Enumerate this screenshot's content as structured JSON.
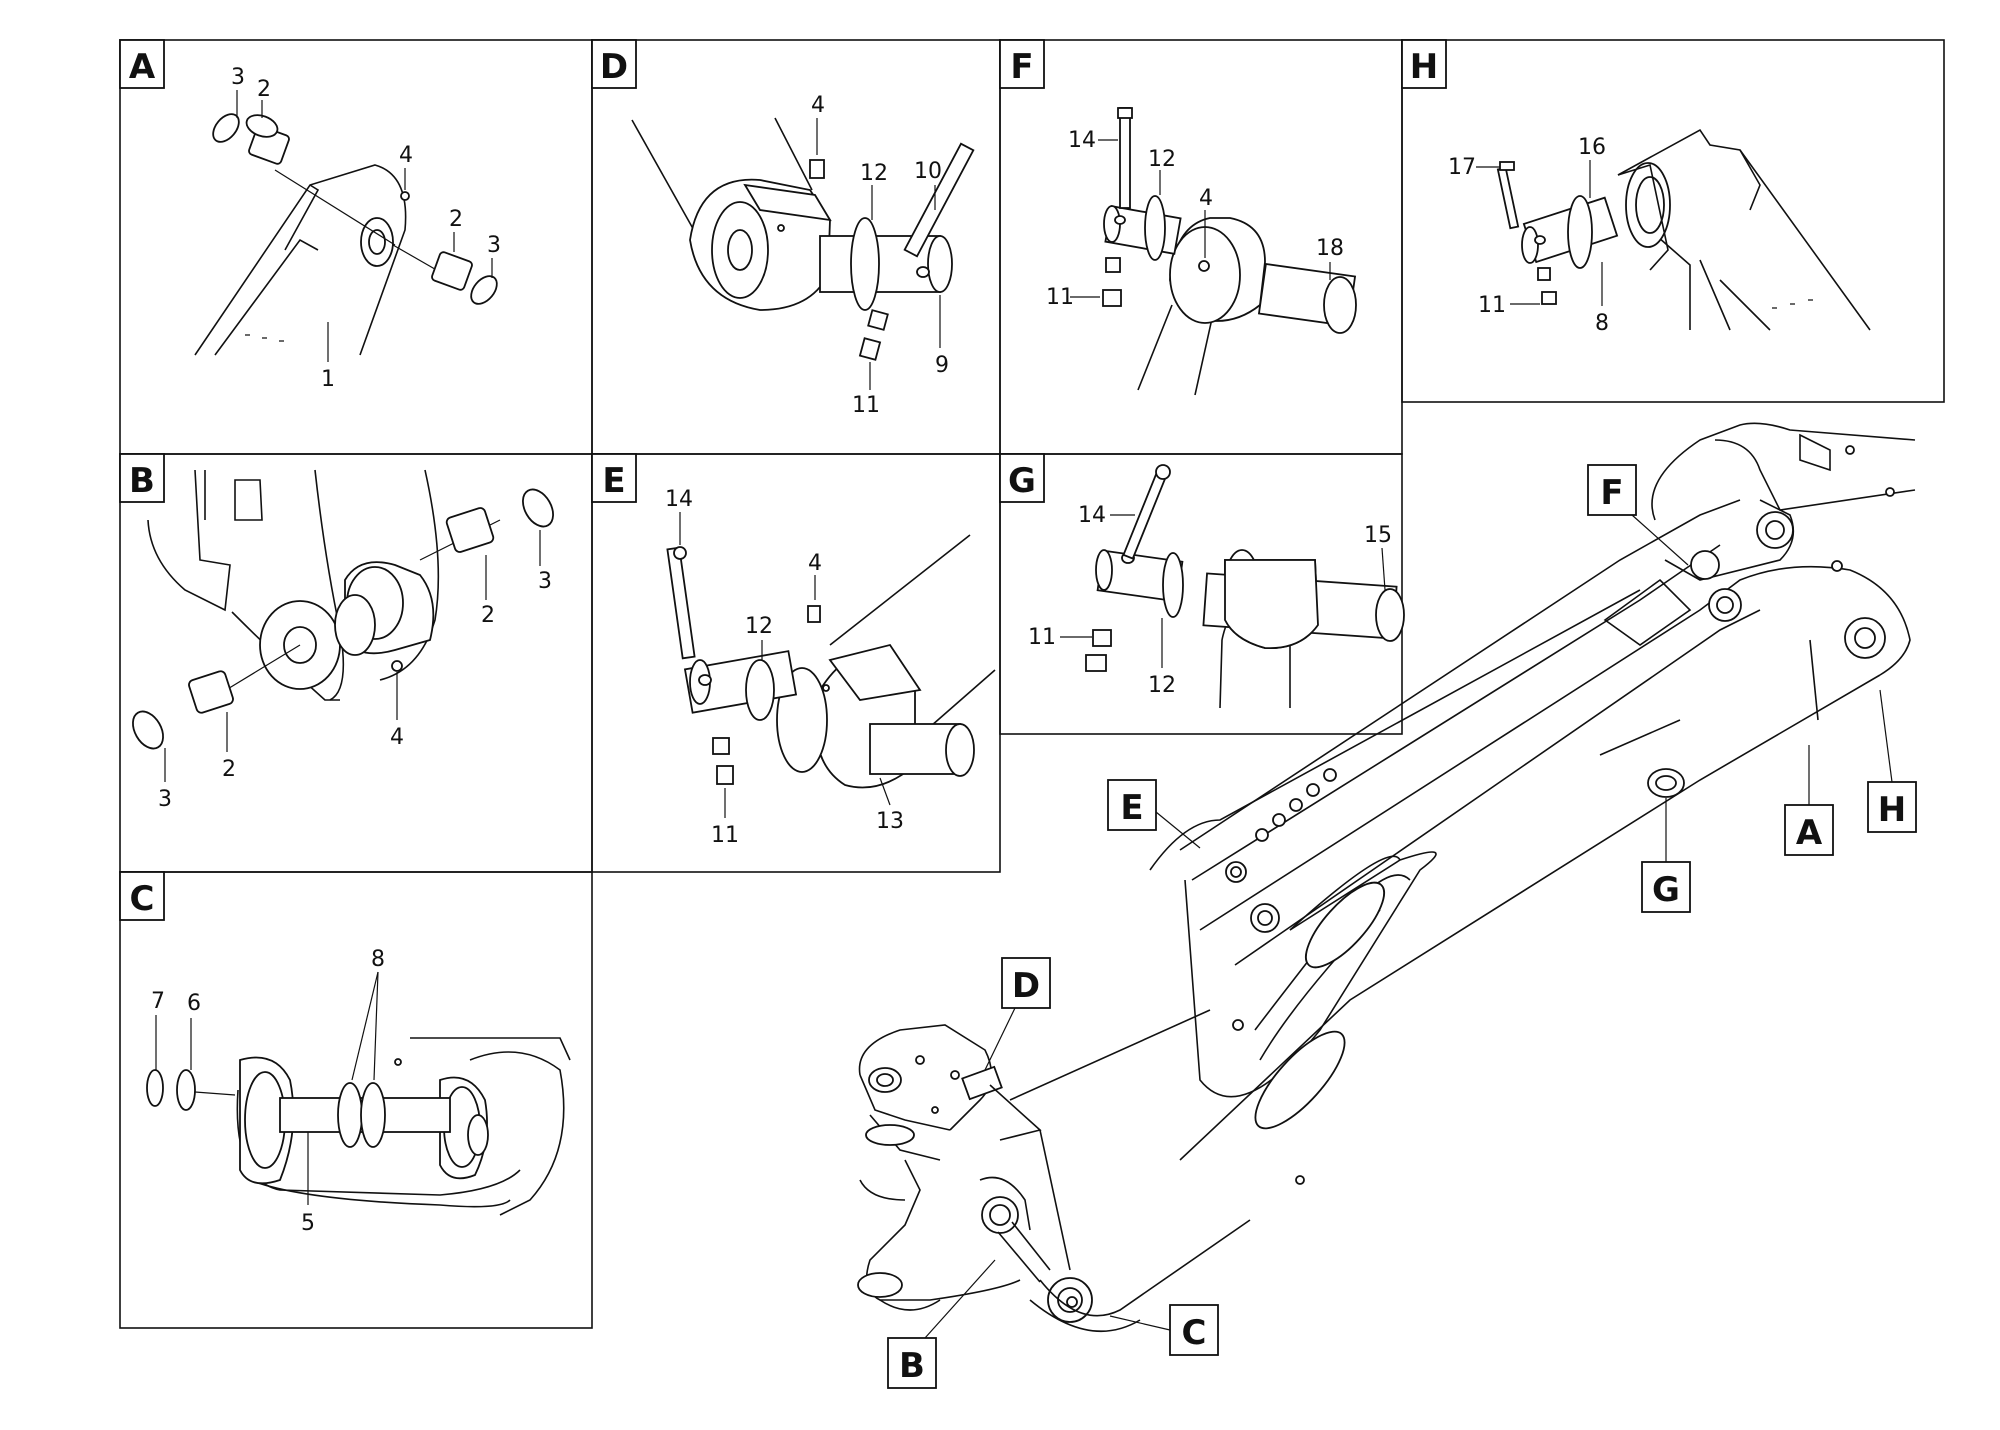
{
  "panels": [
    {
      "letter": "A",
      "parts": [
        "3",
        "2",
        "4",
        "2",
        "3",
        "1"
      ]
    },
    {
      "letter": "B",
      "parts": [
        "3",
        "2",
        "4",
        "3",
        "2"
      ]
    },
    {
      "letter": "C",
      "parts": [
        "7",
        "6",
        "8",
        "5"
      ]
    },
    {
      "letter": "D",
      "parts": [
        "4",
        "12",
        "10",
        "11",
        "9"
      ]
    },
    {
      "letter": "E",
      "parts": [
        "14",
        "4",
        "12",
        "11",
        "13"
      ]
    },
    {
      "letter": "F",
      "parts": [
        "14",
        "12",
        "4",
        "18",
        "11"
      ]
    },
    {
      "letter": "G",
      "parts": [
        "14",
        "15",
        "11",
        "12"
      ]
    },
    {
      "letter": "H",
      "parts": [
        "17",
        "16",
        "11",
        "8"
      ]
    }
  ],
  "callouts": [
    "F",
    "E",
    "A",
    "H",
    "G",
    "D",
    "B",
    "C"
  ]
}
